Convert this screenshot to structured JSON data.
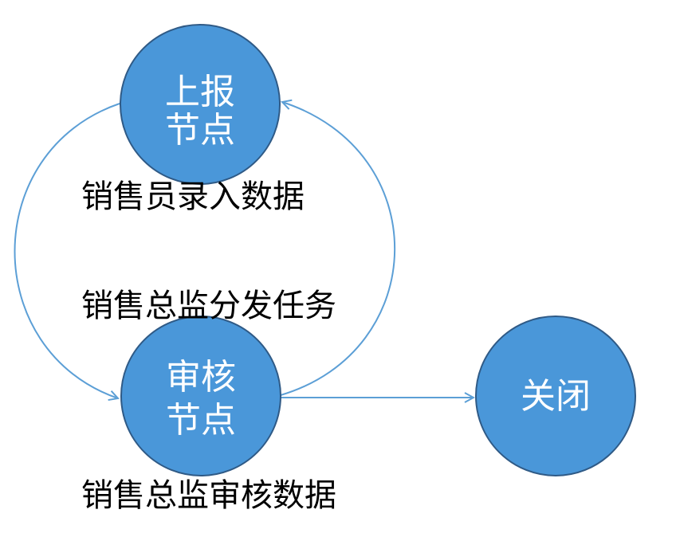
{
  "colors": {
    "node_fill": "#4a97d9",
    "node_stroke": "#2f5a86",
    "edge": "#5c9fd6",
    "node_text": "#ffffff"
  },
  "nodes": {
    "report": {
      "line1": "上报",
      "line2": "节点"
    },
    "review": {
      "line1": "审核",
      "line2": "节点"
    },
    "close": {
      "line1": "关闭"
    }
  },
  "captions": {
    "sales_entry": "销售员录入数据",
    "dispatch_task": "销售总监分发任务",
    "review_data": "销售总监审核数据"
  }
}
